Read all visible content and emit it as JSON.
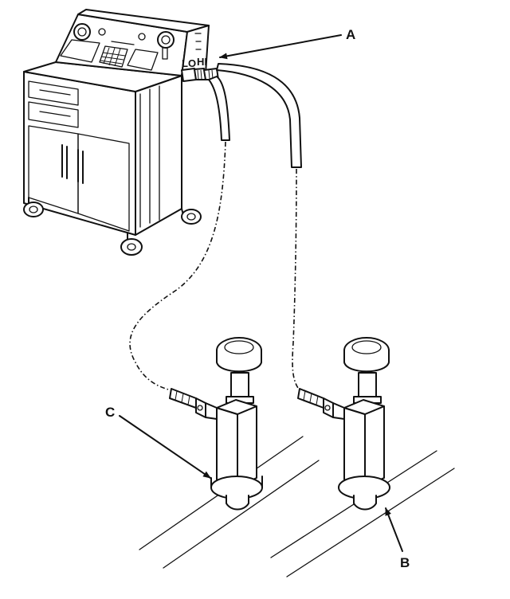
{
  "callouts": {
    "a": "A",
    "b": "B",
    "c": "C"
  },
  "panel_labels": {
    "lo": "LO",
    "hi": "HI"
  },
  "colors": {
    "ink": "#111111",
    "paper": "#ffffff"
  }
}
